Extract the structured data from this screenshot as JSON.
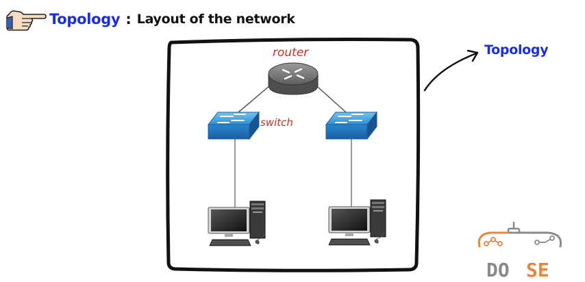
{
  "header": {
    "title": "Topology",
    "separator": ":",
    "subtitle": "Layout of the network",
    "pointer_icon": "pointing-hand-icon"
  },
  "side_label": "Topology",
  "diagram": {
    "router_label": "router",
    "switch_label": "switch",
    "nodes": [
      "router",
      "switch",
      "switch",
      "computer",
      "computer"
    ]
  },
  "logo": {
    "text_part1": "DO",
    "text_part2": "SE"
  },
  "colors": {
    "title_blue": "#1a2ee0",
    "label_red": "#c0302a",
    "switch_blue": "#2e8fd6",
    "router_gray": "#6e6e6e",
    "logo_gray": "#8a8a8a",
    "logo_orange": "#e8843c"
  }
}
